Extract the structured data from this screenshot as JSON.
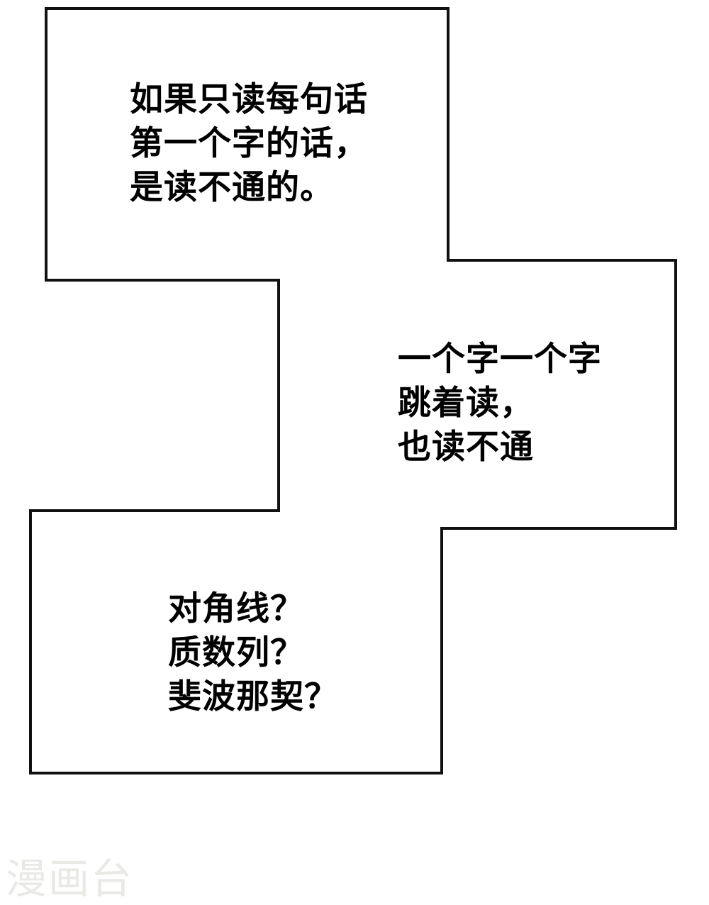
{
  "page": {
    "background_color": "#ffffff",
    "panel_line_color": "#111111"
  },
  "bubbles": [
    {
      "id": "top-left",
      "lines": [
        "如果只读每句话",
        "第一个字的话，",
        "是读不通的。"
      ]
    },
    {
      "id": "middle-right",
      "lines": [
        "一个字一个字",
        "跳着读，",
        "也读不通"
      ]
    },
    {
      "id": "bottom-left",
      "lines": [
        "对角线？",
        "质数列？",
        "斐波那契？"
      ]
    }
  ],
  "watermark": {
    "text": "漫画台",
    "color": "#e9e9e6"
  }
}
